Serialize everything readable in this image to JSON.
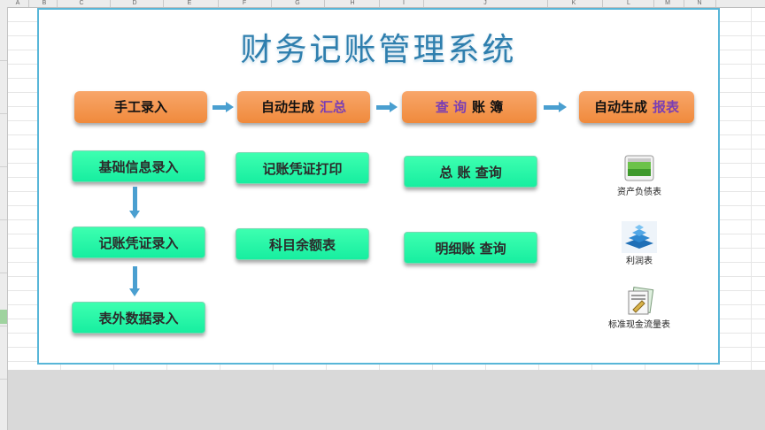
{
  "spreadsheet": {
    "columns": [
      "A",
      "B",
      "C",
      "D",
      "E",
      "F",
      "G",
      "H",
      "I",
      "J",
      "K",
      "L",
      "M",
      "N"
    ]
  },
  "app": {
    "title": "财务记账管理系统"
  },
  "workflow": [
    {
      "text": "手工录入",
      "highlight": ""
    },
    {
      "text": "自动生成",
      "highlight": "汇总"
    },
    {
      "text": "查 询",
      "highlight": "",
      "suffix": "账 簿"
    },
    {
      "text": "自动生成",
      "highlight": "报表"
    }
  ],
  "column1": [
    "基础信息录入",
    "记账凭证录入",
    "表外数据录入"
  ],
  "column2": [
    "记账凭证打印",
    "科目余额表"
  ],
  "column3": [
    "总 账  查询",
    "明细账 查询"
  ],
  "reports": [
    {
      "label": "资产负债表",
      "icon": "balance-sheet-icon"
    },
    {
      "label": "利润表",
      "icon": "income-statement-icon"
    },
    {
      "label": "标准现金流量表",
      "icon": "cash-flow-icon"
    }
  ],
  "colors": {
    "step_orange": "#f08a3c",
    "button_green": "#17eea0",
    "highlight_purple": "#7a3eb4",
    "arrow_blue": "#4a9fd0",
    "title_blue": "#2f7fae",
    "panel_border": "#58b6d8"
  }
}
